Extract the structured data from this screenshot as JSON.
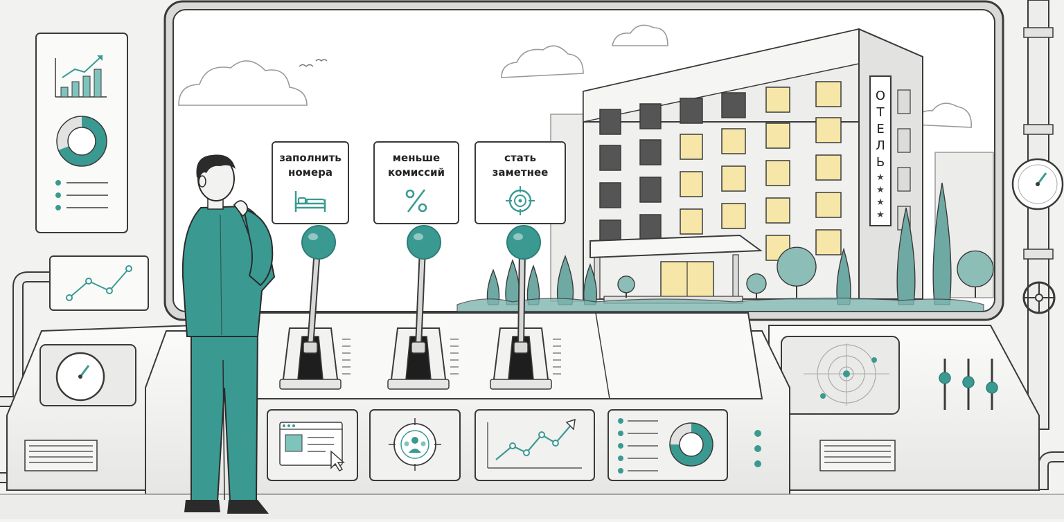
{
  "scene": {
    "accent": "#3a9a92",
    "accent_dark": "#2d7e77",
    "ink": "#3a3a3a",
    "window_light": "#f6e7a8"
  },
  "levers": [
    {
      "label_line1": "заполнить",
      "label_line2": "номера",
      "icon": "bed-icon"
    },
    {
      "label_line1": "меньше",
      "label_line2": "комиссий",
      "icon": "percent-icon"
    },
    {
      "label_line1": "стать",
      "label_line2": "заметнее",
      "icon": "target-icon"
    }
  ],
  "hotel": {
    "sign_letters": [
      "О",
      "Т",
      "Е",
      "Л",
      "Ь"
    ],
    "stars": [
      "★",
      "★",
      "★",
      "★"
    ]
  }
}
